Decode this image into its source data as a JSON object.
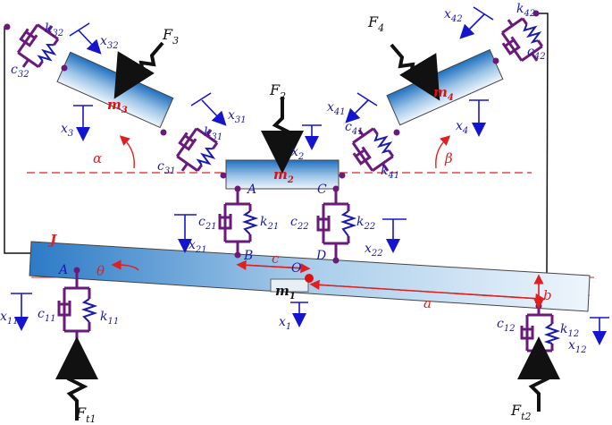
{
  "forces": {
    "F1": "F",
    "F1_sub": "t1",
    "F2": "F",
    "F2_sub": "t2",
    "F3": "F",
    "F3_sub": "3",
    "F4": "F",
    "F4_sub": "4",
    "Fc": "F",
    "Fc_sub": "2"
  },
  "masses": {
    "m1": "m",
    "m1_sub": "1",
    "m2": "m",
    "m2_sub": "2",
    "m3": "m",
    "m3_sub": "3",
    "m4": "m",
    "m4_sub": "4"
  },
  "springs": {
    "k11": "k",
    "k11_sub": "11",
    "c11": "c",
    "c11_sub": "11",
    "k12": "k",
    "k12_sub": "12",
    "c12": "c",
    "c12_sub": "12",
    "k21": "k",
    "k21_sub": "21",
    "c21": "c",
    "c21_sub": "21",
    "k22": "k",
    "k22_sub": "22",
    "c22": "c",
    "c22_sub": "22",
    "k31": "k",
    "k31_sub": "31",
    "c31": "c",
    "c31_sub": "31",
    "k32": "k",
    "k32_sub": "32",
    "c32": "c",
    "c32_sub": "32",
    "k41": "k",
    "k41_sub": "41",
    "c41": "c",
    "c41_sub": "41",
    "k42": "k",
    "k42_sub": "42",
    "c42": "c",
    "c42_sub": "42"
  },
  "displacements": {
    "x1": "x",
    "x1_sub": "1",
    "x2": "x",
    "x2_sub": "2",
    "x3": "x",
    "x3_sub": "3",
    "x4": "x",
    "x4_sub": "4",
    "x11": "x",
    "x11_sub": "11",
    "x12": "x",
    "x12_sub": "12",
    "x21": "x",
    "x21_sub": "21",
    "x22": "x",
    "x22_sub": "22",
    "x31": "x",
    "x31_sub": "31",
    "x32": "x",
    "x32_sub": "32",
    "x41": "x",
    "x41_sub": "41",
    "x42": "x",
    "x42_sub": "42"
  },
  "points": {
    "A_upper": "A",
    "B": "B",
    "C": "C",
    "D": "D",
    "O": "O",
    "A_lower": "A",
    "J": "J"
  },
  "geometry_labels": {
    "alpha": "α",
    "beta": "β",
    "theta": "θ",
    "a": "a",
    "b": "b",
    "c": "c"
  },
  "colors": {
    "link": "#6a1a7a",
    "spring": "#1a1ab0",
    "arrow": "#1515d0",
    "dimension": "#e02020",
    "force": "#111111",
    "mass_fill_start": "#1f6fbf",
    "mass_fill_end": "#e8f2fb"
  }
}
